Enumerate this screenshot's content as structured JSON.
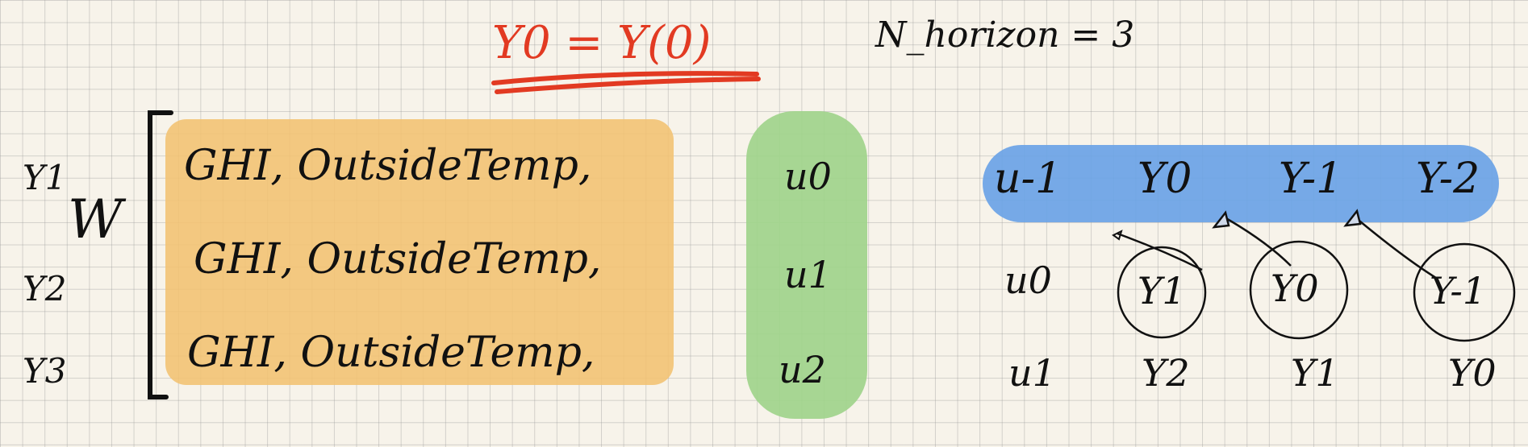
{
  "title_formula": "Y0 = Y(0)",
  "horizon_note": "N_horizon = 3",
  "weight_symbol": "W",
  "row_labels": [
    "Y1",
    "Y2",
    "Y3"
  ],
  "matrix_rows": [
    "GHI,   OutsideTemp,",
    "GHI,   OutsideTemp,",
    "GHI,   OutsideTemp,"
  ],
  "control_column": [
    "u0",
    "u1",
    "u2"
  ],
  "history_header": [
    "u-1",
    "Y0",
    "Y-1",
    "Y-2"
  ],
  "history_rows": [
    [
      "u0",
      "Y1",
      "Y0",
      "Y-1"
    ],
    [
      "u1",
      "Y2",
      "Y1",
      "Y0"
    ]
  ],
  "colors": {
    "red_ink": "#e23a22",
    "orange_highlight": "#f3c171",
    "green_highlight": "#9fd48b",
    "blue_highlight": "#6aa3e6"
  }
}
